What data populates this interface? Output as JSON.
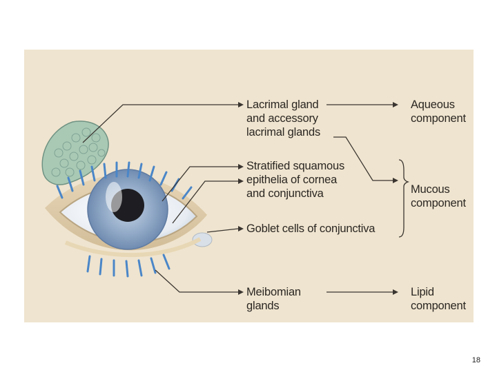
{
  "sources": [
    {
      "id": "lacrimal",
      "lines": [
        "Lacrimal gland",
        "and accessory",
        "lacrimal glands"
      ]
    },
    {
      "id": "stratified",
      "lines": [
        "Stratified squamous",
        "epithelia of cornea",
        "and conjunctiva"
      ]
    },
    {
      "id": "goblet",
      "lines": [
        "Goblet cells of conjunctiva"
      ]
    },
    {
      "id": "meibomian",
      "lines": [
        "Meibomian",
        "glands"
      ]
    }
  ],
  "components": [
    {
      "id": "aqueous",
      "lines": [
        "Aqueous",
        "component"
      ]
    },
    {
      "id": "mucous",
      "lines": [
        "Mucous",
        "component"
      ]
    },
    {
      "id": "lipid",
      "lines": [
        "Lipid",
        "component"
      ]
    }
  ],
  "page_number": "18",
  "colors": {
    "background": "#efe4cf",
    "text": "#2a2622",
    "leader_line": "#3a3530",
    "iris": "#8fa7c4",
    "lashes": "#4a86c8",
    "gland": "#a9c9b5"
  }
}
